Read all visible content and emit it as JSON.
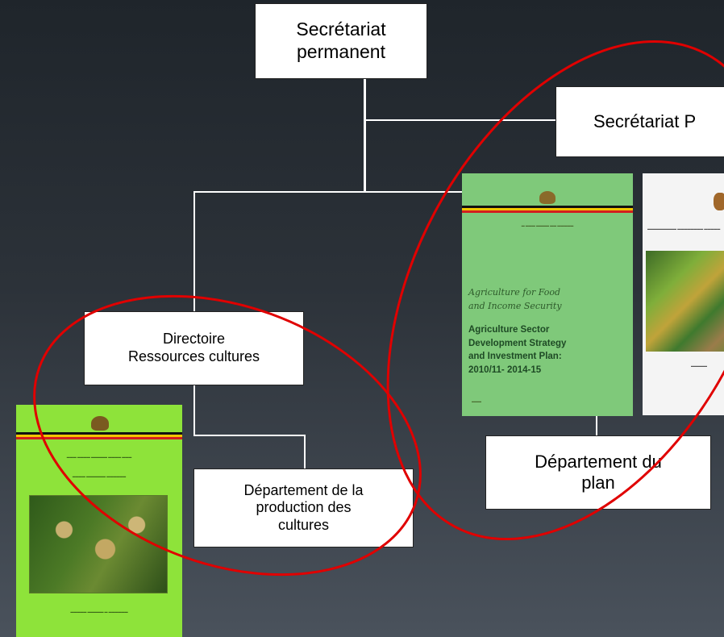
{
  "boxes": {
    "permanent_secretary": "Secrétariat\npermanent",
    "secretariat_p": "Secrétariat P",
    "directorate": "Directoire\nRessources cultures",
    "crop_production": "Département de la\nproduction des\ncultures",
    "planning": "Département du\nplan"
  },
  "covers": {
    "dsip": {
      "subtitle": "Agriculture for Food\nand Income Security",
      "title": "Agriculture Sector\nDevelopment Strategy\nand Investment Plan:\n2010/11- 2014-15"
    }
  },
  "colors": {
    "highlight_ring": "#e00000",
    "cover_green": "#7fc97a",
    "cover_lime": "#8ee33a"
  }
}
